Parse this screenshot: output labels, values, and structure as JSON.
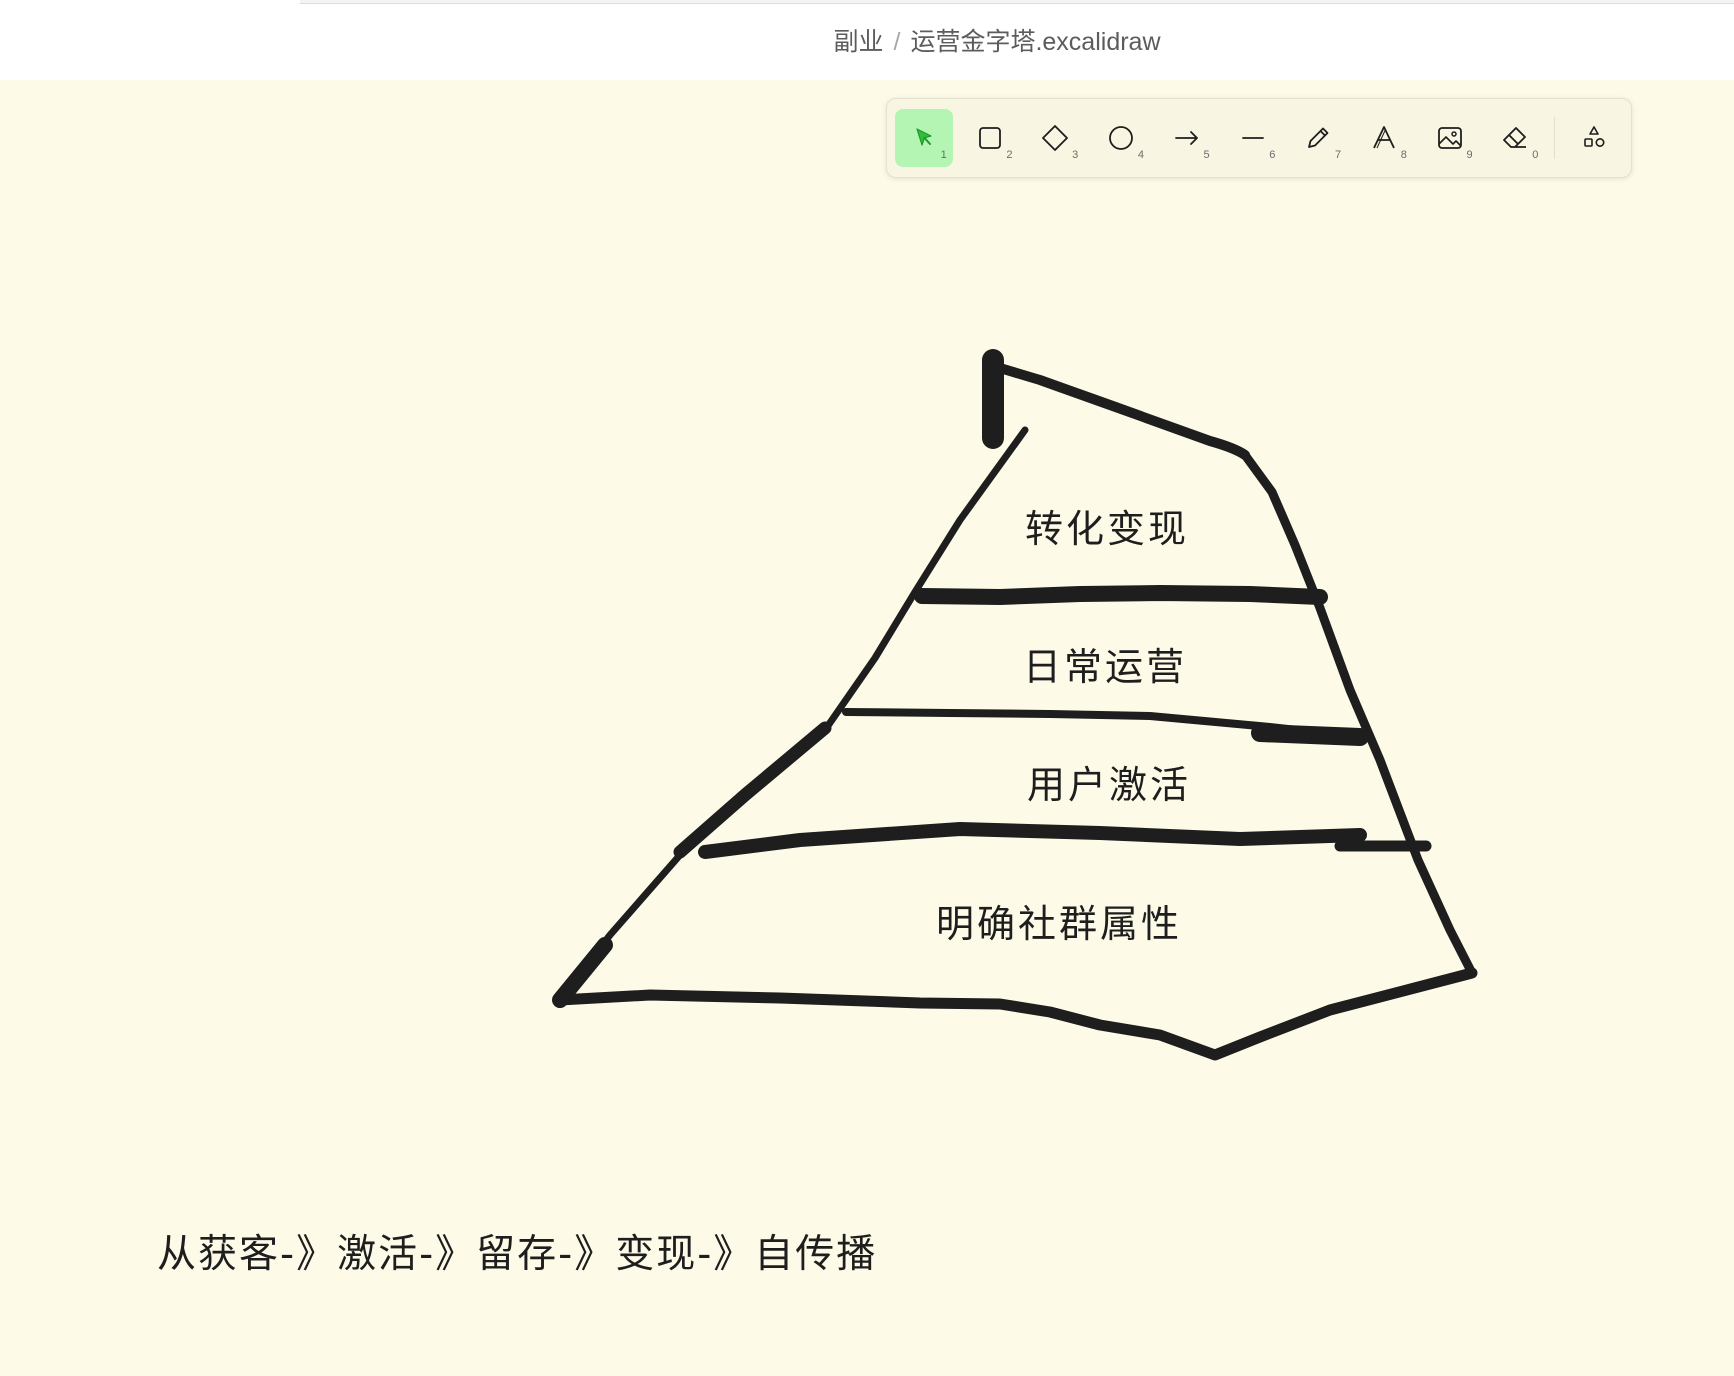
{
  "breadcrumb": {
    "folder": "副业",
    "separator": "/",
    "file": "运营金字塔.excalidraw"
  },
  "toolbar": {
    "tools": [
      {
        "icon": "selection-pointer-icon",
        "key": "1",
        "active": true
      },
      {
        "icon": "rectangle-icon",
        "key": "2"
      },
      {
        "icon": "diamond-icon",
        "key": "3"
      },
      {
        "icon": "ellipse-icon",
        "key": "4"
      },
      {
        "icon": "arrow-icon",
        "key": "5"
      },
      {
        "icon": "line-icon",
        "key": "6"
      },
      {
        "icon": "pencil-icon",
        "key": "7"
      },
      {
        "icon": "text-icon",
        "key": "8"
      },
      {
        "icon": "image-icon",
        "key": "9"
      },
      {
        "icon": "eraser-icon",
        "key": "0"
      },
      {
        "icon": "more-shapes-icon"
      }
    ],
    "active_color": "#b4f5b4"
  },
  "pyramid": {
    "levels": [
      "转化变现",
      "日常运营",
      "用户激活",
      "明确社群属性"
    ]
  },
  "caption": "从获客-》激活-》留存-》变现-》自传播",
  "colors": {
    "canvas": "#fdfbe8",
    "stroke": "#1e1e1e"
  }
}
